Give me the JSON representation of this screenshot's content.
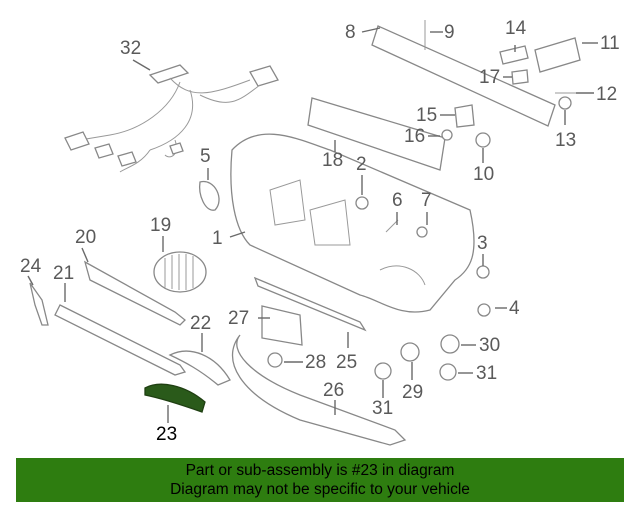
{
  "labels": [
    {
      "id": "1",
      "text": "1"
    },
    {
      "id": "2",
      "text": "2"
    },
    {
      "id": "3",
      "text": "3"
    },
    {
      "id": "4",
      "text": "4"
    },
    {
      "id": "5",
      "text": "5"
    },
    {
      "id": "6",
      "text": "6"
    },
    {
      "id": "7",
      "text": "7"
    },
    {
      "id": "8",
      "text": "8"
    },
    {
      "id": "9",
      "text": "9"
    },
    {
      "id": "10",
      "text": "10"
    },
    {
      "id": "11",
      "text": "11"
    },
    {
      "id": "12",
      "text": "12"
    },
    {
      "id": "13",
      "text": "13"
    },
    {
      "id": "14",
      "text": "14"
    },
    {
      "id": "15",
      "text": "15"
    },
    {
      "id": "16",
      "text": "16"
    },
    {
      "id": "17",
      "text": "17"
    },
    {
      "id": "18",
      "text": "18"
    },
    {
      "id": "19",
      "text": "19"
    },
    {
      "id": "20",
      "text": "20"
    },
    {
      "id": "21",
      "text": "21"
    },
    {
      "id": "22",
      "text": "22"
    },
    {
      "id": "23",
      "text": "23"
    },
    {
      "id": "24",
      "text": "24"
    },
    {
      "id": "25",
      "text": "25"
    },
    {
      "id": "26",
      "text": "26"
    },
    {
      "id": "27",
      "text": "27"
    },
    {
      "id": "28",
      "text": "28"
    },
    {
      "id": "29",
      "text": "29"
    },
    {
      "id": "30",
      "text": "30"
    },
    {
      "id": "31a",
      "text": "31"
    },
    {
      "id": "31b",
      "text": "31"
    },
    {
      "id": "32",
      "text": "32"
    }
  ],
  "highlight_part": "23",
  "highlight_color": "#2a5a1a",
  "banner": {
    "line1": "Part or sub-assembly is #23 in diagram",
    "line2": "Diagram may not be specific to your vehicle",
    "color": "#2e7d10"
  }
}
